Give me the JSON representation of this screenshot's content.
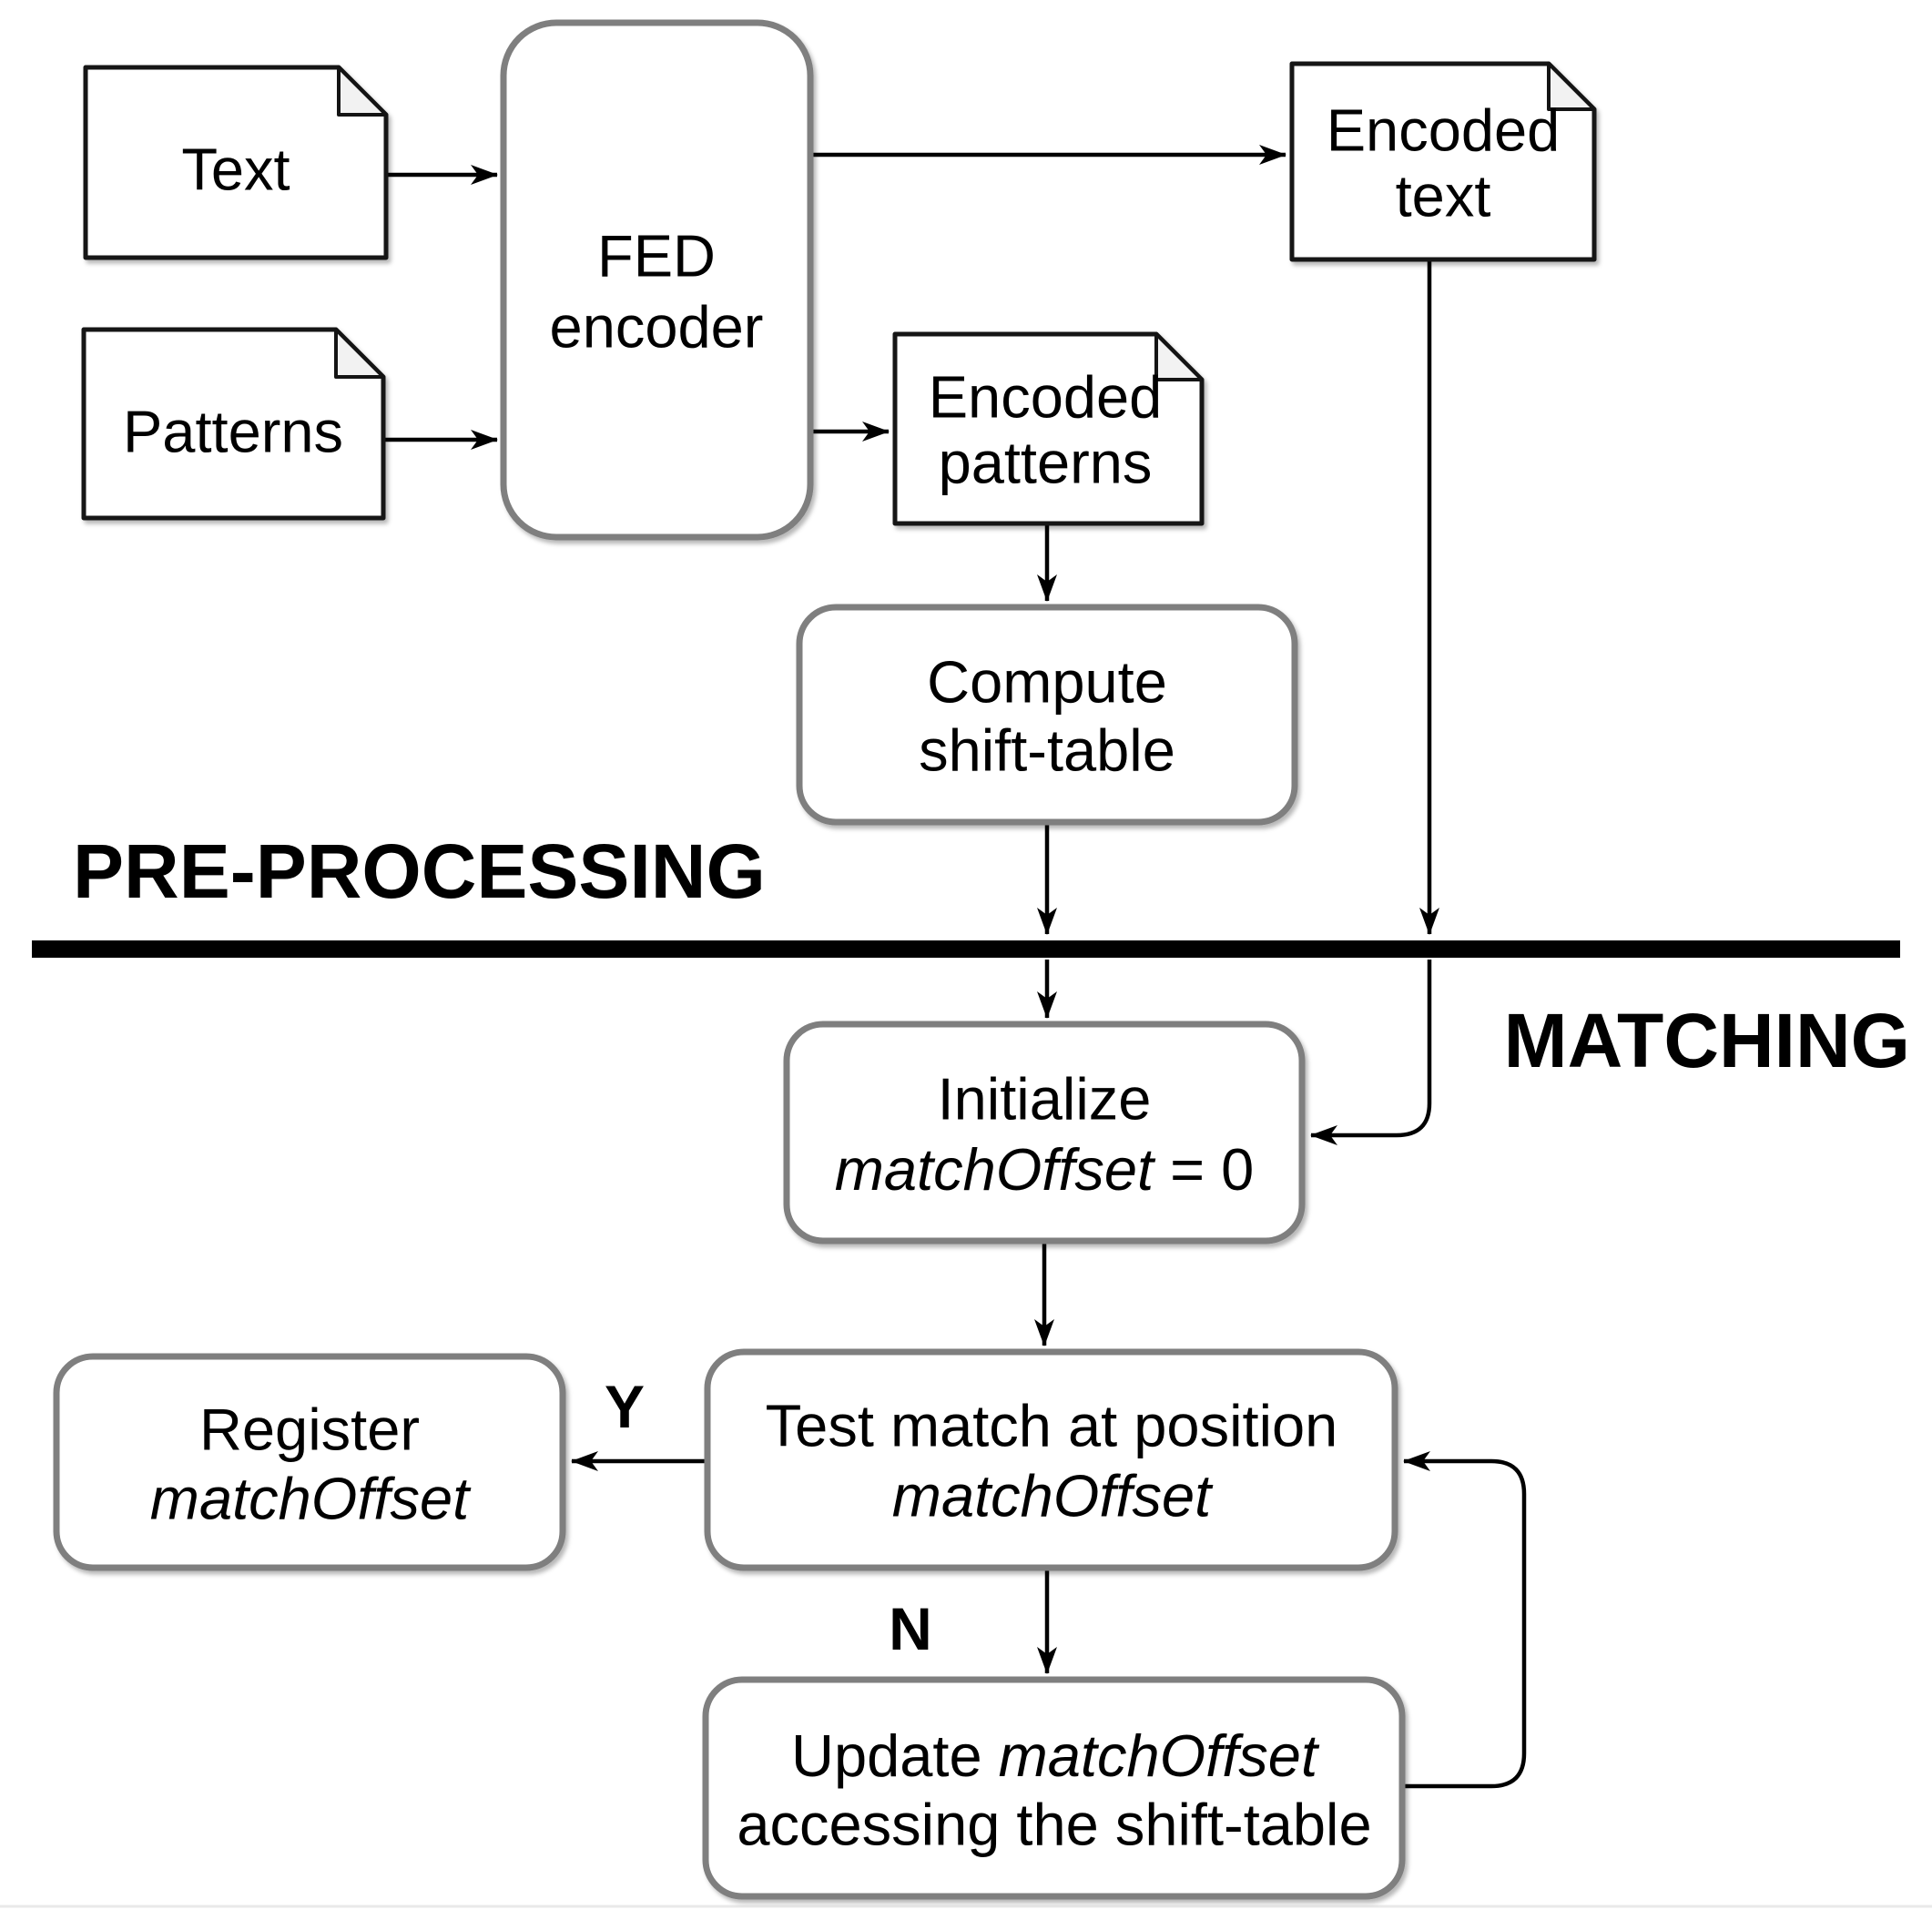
{
  "diagram": {
    "sections": {
      "preprocessing": "PRE-PROCESSING",
      "matching": "MATCHING"
    },
    "nodes": {
      "text_doc": {
        "label": "Text"
      },
      "patterns_doc": {
        "label": "Patterns"
      },
      "fed_encoder": {
        "line1": "FED",
        "line2": "encoder"
      },
      "encoded_text": {
        "line1": "Encoded",
        "line2": "text"
      },
      "encoded_patterns": {
        "line1": "Encoded",
        "line2": "patterns"
      },
      "compute_shift_table": {
        "line1": "Compute",
        "line2": "shift-table"
      },
      "initialize": {
        "line1": "Initialize",
        "line2_italic": "matchOffset",
        "line2_rest": "= 0"
      },
      "register": {
        "line1": "Register",
        "line2_italic": "matchOffset"
      },
      "test_match": {
        "line1": "Test match at position",
        "line2_italic": "matchOffset"
      },
      "update": {
        "line1_rest": "Update",
        "line1_italic": "matchOffset",
        "line2": "accessing the shift-table"
      }
    },
    "edge_labels": {
      "yes": "Y",
      "no": "N"
    },
    "colors": {
      "background": "#ffffff",
      "box_stroke": "#7f7f7f",
      "doc_stroke": "#141414",
      "arrow": "#000000",
      "text": "#000000",
      "fold_fill": "#f2f2f2",
      "faint_rule": "#e9e9e9"
    }
  }
}
